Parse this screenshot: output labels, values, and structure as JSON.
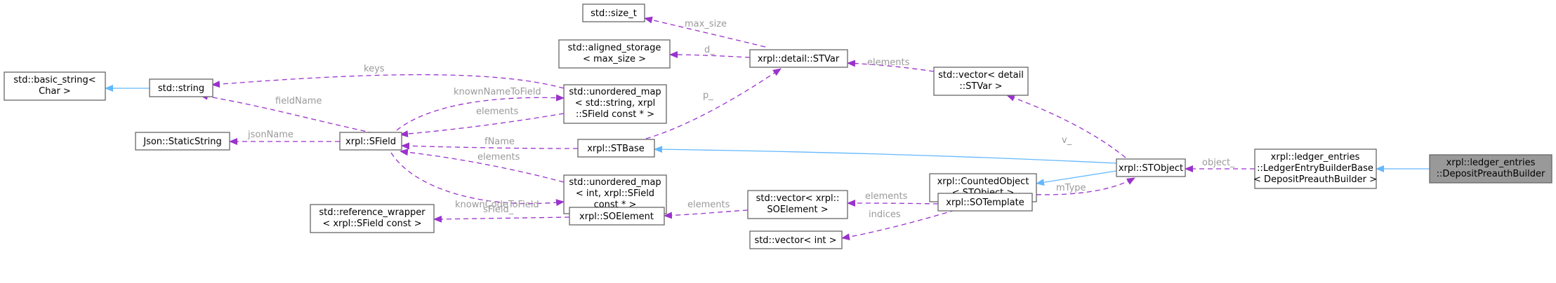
{
  "diagram": {
    "nodes": {
      "size_t": [
        "std::size_t"
      ],
      "aligned_storage": [
        "std::aligned_storage",
        "< max_size >"
      ],
      "stvar": [
        "xrpl::detail::STVar"
      ],
      "vector_stvar": [
        "std::vector< detail",
        "::STVar >"
      ],
      "basic_string": [
        "std::basic_string<",
        "Char >"
      ],
      "string": [
        "std::string"
      ],
      "umap_string": [
        "std::unordered_map",
        "< std::string, xrpl",
        "::SField const * >"
      ],
      "static_string": [
        "Json::StaticString"
      ],
      "sfield": [
        "xrpl::SField"
      ],
      "stbase": [
        "xrpl::STBase"
      ],
      "stobject": [
        "xrpl::STObject"
      ],
      "builder_base": [
        "xrpl::ledger_entries",
        "::LedgerEntryBuilderBase",
        "< DepositPreauthBuilder >"
      ],
      "deposit_builder": [
        "xrpl::ledger_entries",
        "::DepositPreauthBuilder"
      ],
      "counted": [
        "xrpl::CountedObject",
        "< STObject >"
      ],
      "umap_int": [
        "std::unordered_map",
        "< int, xrpl::SField",
        "const * >"
      ],
      "ref_wrapper": [
        "std::reference_wrapper",
        "< xrpl::SField const >"
      ],
      "soelement": [
        "xrpl::SOElement"
      ],
      "vector_soelement": [
        "std::vector< xrpl::",
        "SOElement >"
      ],
      "sotemplate": [
        "xrpl::SOTemplate"
      ],
      "vector_int": [
        "std::vector< int >"
      ]
    },
    "edge_labels": {
      "max_size": "max_size",
      "d": "d_",
      "elements_stvar": "elements",
      "keys": "keys",
      "p": "p_",
      "fieldName": "fieldName",
      "knownNameToField": "knownNameToField",
      "elements_umap1": "elements",
      "jsonName": "jsonName",
      "fName": "fName",
      "elements_umap2": "elements",
      "knownCodeToField": "knownCodeToField",
      "v": "v_",
      "object": "object_",
      "mType": "mType",
      "sField": "sField_",
      "elements_soel": "elements",
      "elements_sotemp": "elements",
      "indices": "indices"
    }
  }
}
